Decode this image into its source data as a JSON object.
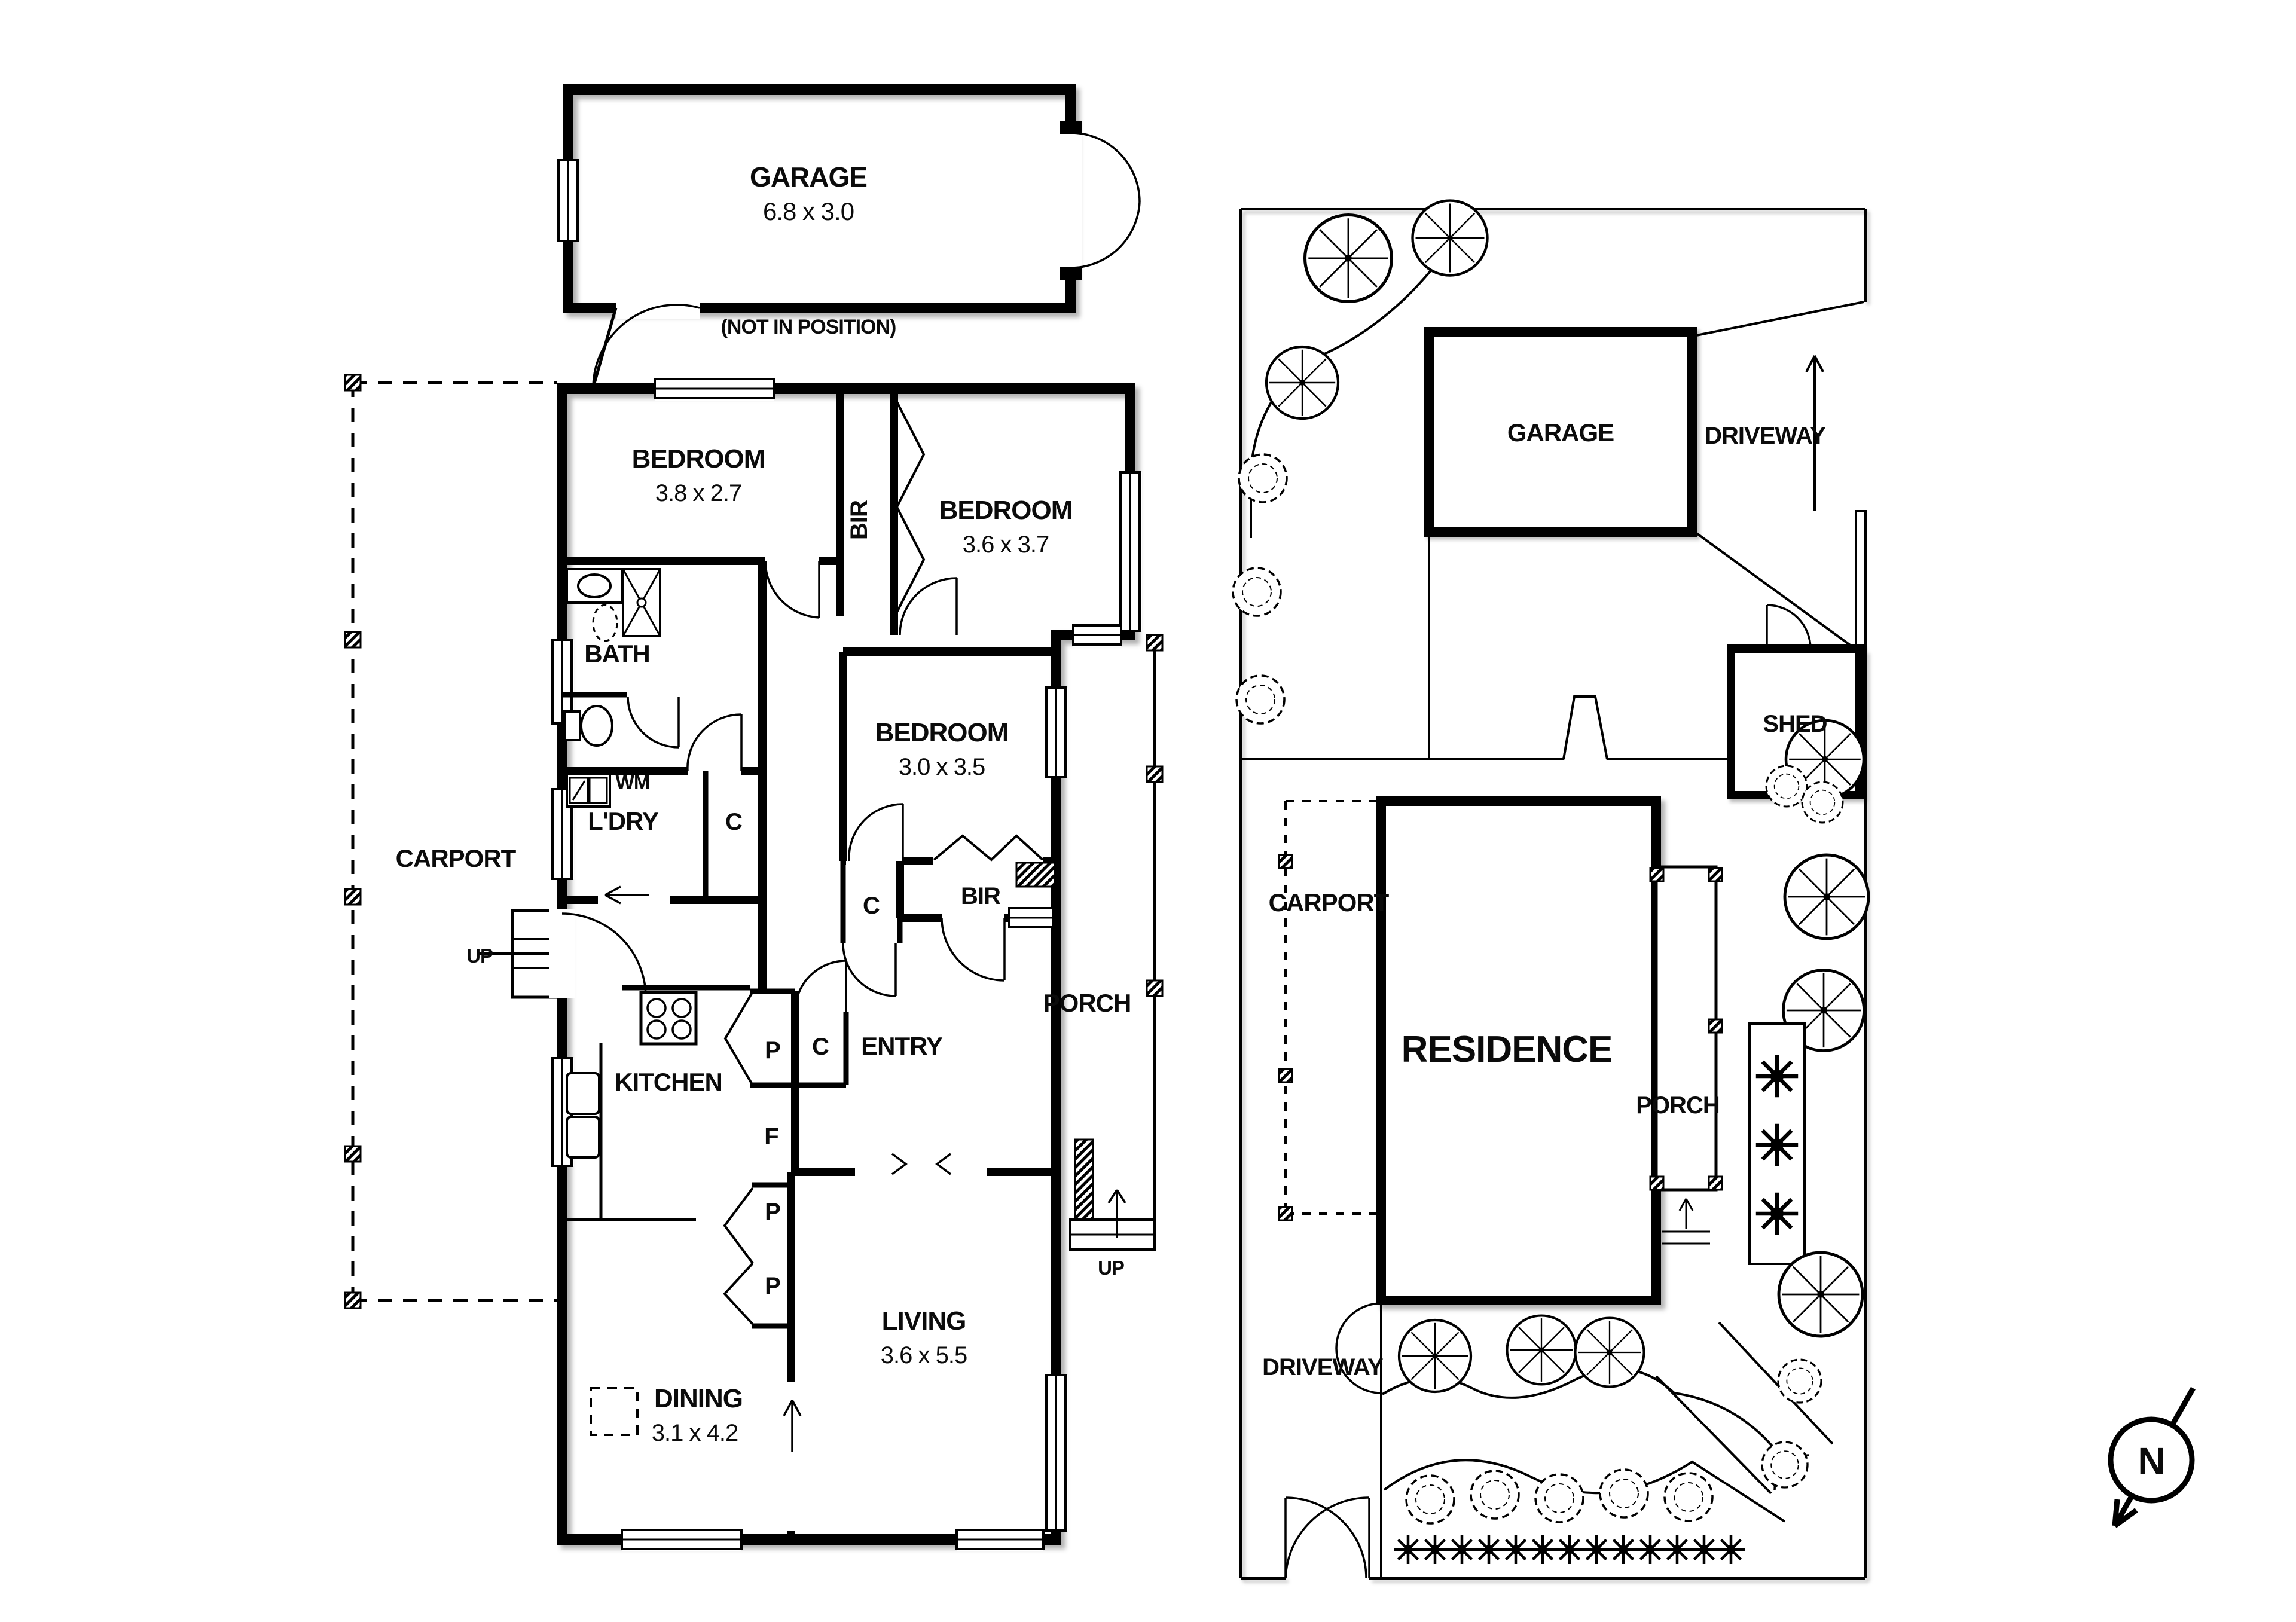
{
  "page": {
    "background": "#ffffff",
    "line_color": "#000000"
  },
  "floor_plan": {
    "garage": {
      "label": "GARAGE",
      "dims": "6.8 x 3.0",
      "note": "(NOT IN POSITION)"
    },
    "bedroom1": {
      "label": "BEDROOM",
      "dims": "3.8 x 2.7"
    },
    "bedroom2": {
      "label": "BEDROOM",
      "dims": "3.6 x 3.7"
    },
    "bedroom3": {
      "label": "BEDROOM",
      "dims": "3.0 x 3.5"
    },
    "living": {
      "label": "LIVING",
      "dims": "3.6 x 5.5"
    },
    "dining": {
      "label": "DINING",
      "dims": "3.1 x 4.2"
    },
    "bath": {
      "label": "BATH"
    },
    "laundry": {
      "label": "L'DRY"
    },
    "kitchen": {
      "label": "KITCHEN"
    },
    "entry": {
      "label": "ENTRY"
    },
    "porch": {
      "label": "PORCH"
    },
    "carport": {
      "label": "CARPORT"
    },
    "abbr": {
      "bir": "BIR",
      "c": "C",
      "p": "P",
      "f": "F",
      "wm": "WM",
      "up": "UP"
    }
  },
  "site_plan": {
    "garage": "GARAGE",
    "driveway_top": "DRIVEWAY",
    "shed": "SHED",
    "carport": "CARPORT",
    "residence": "RESIDENCE",
    "porch": "PORCH",
    "driveway_bottom": "DRIVEWAY",
    "compass": "N"
  }
}
